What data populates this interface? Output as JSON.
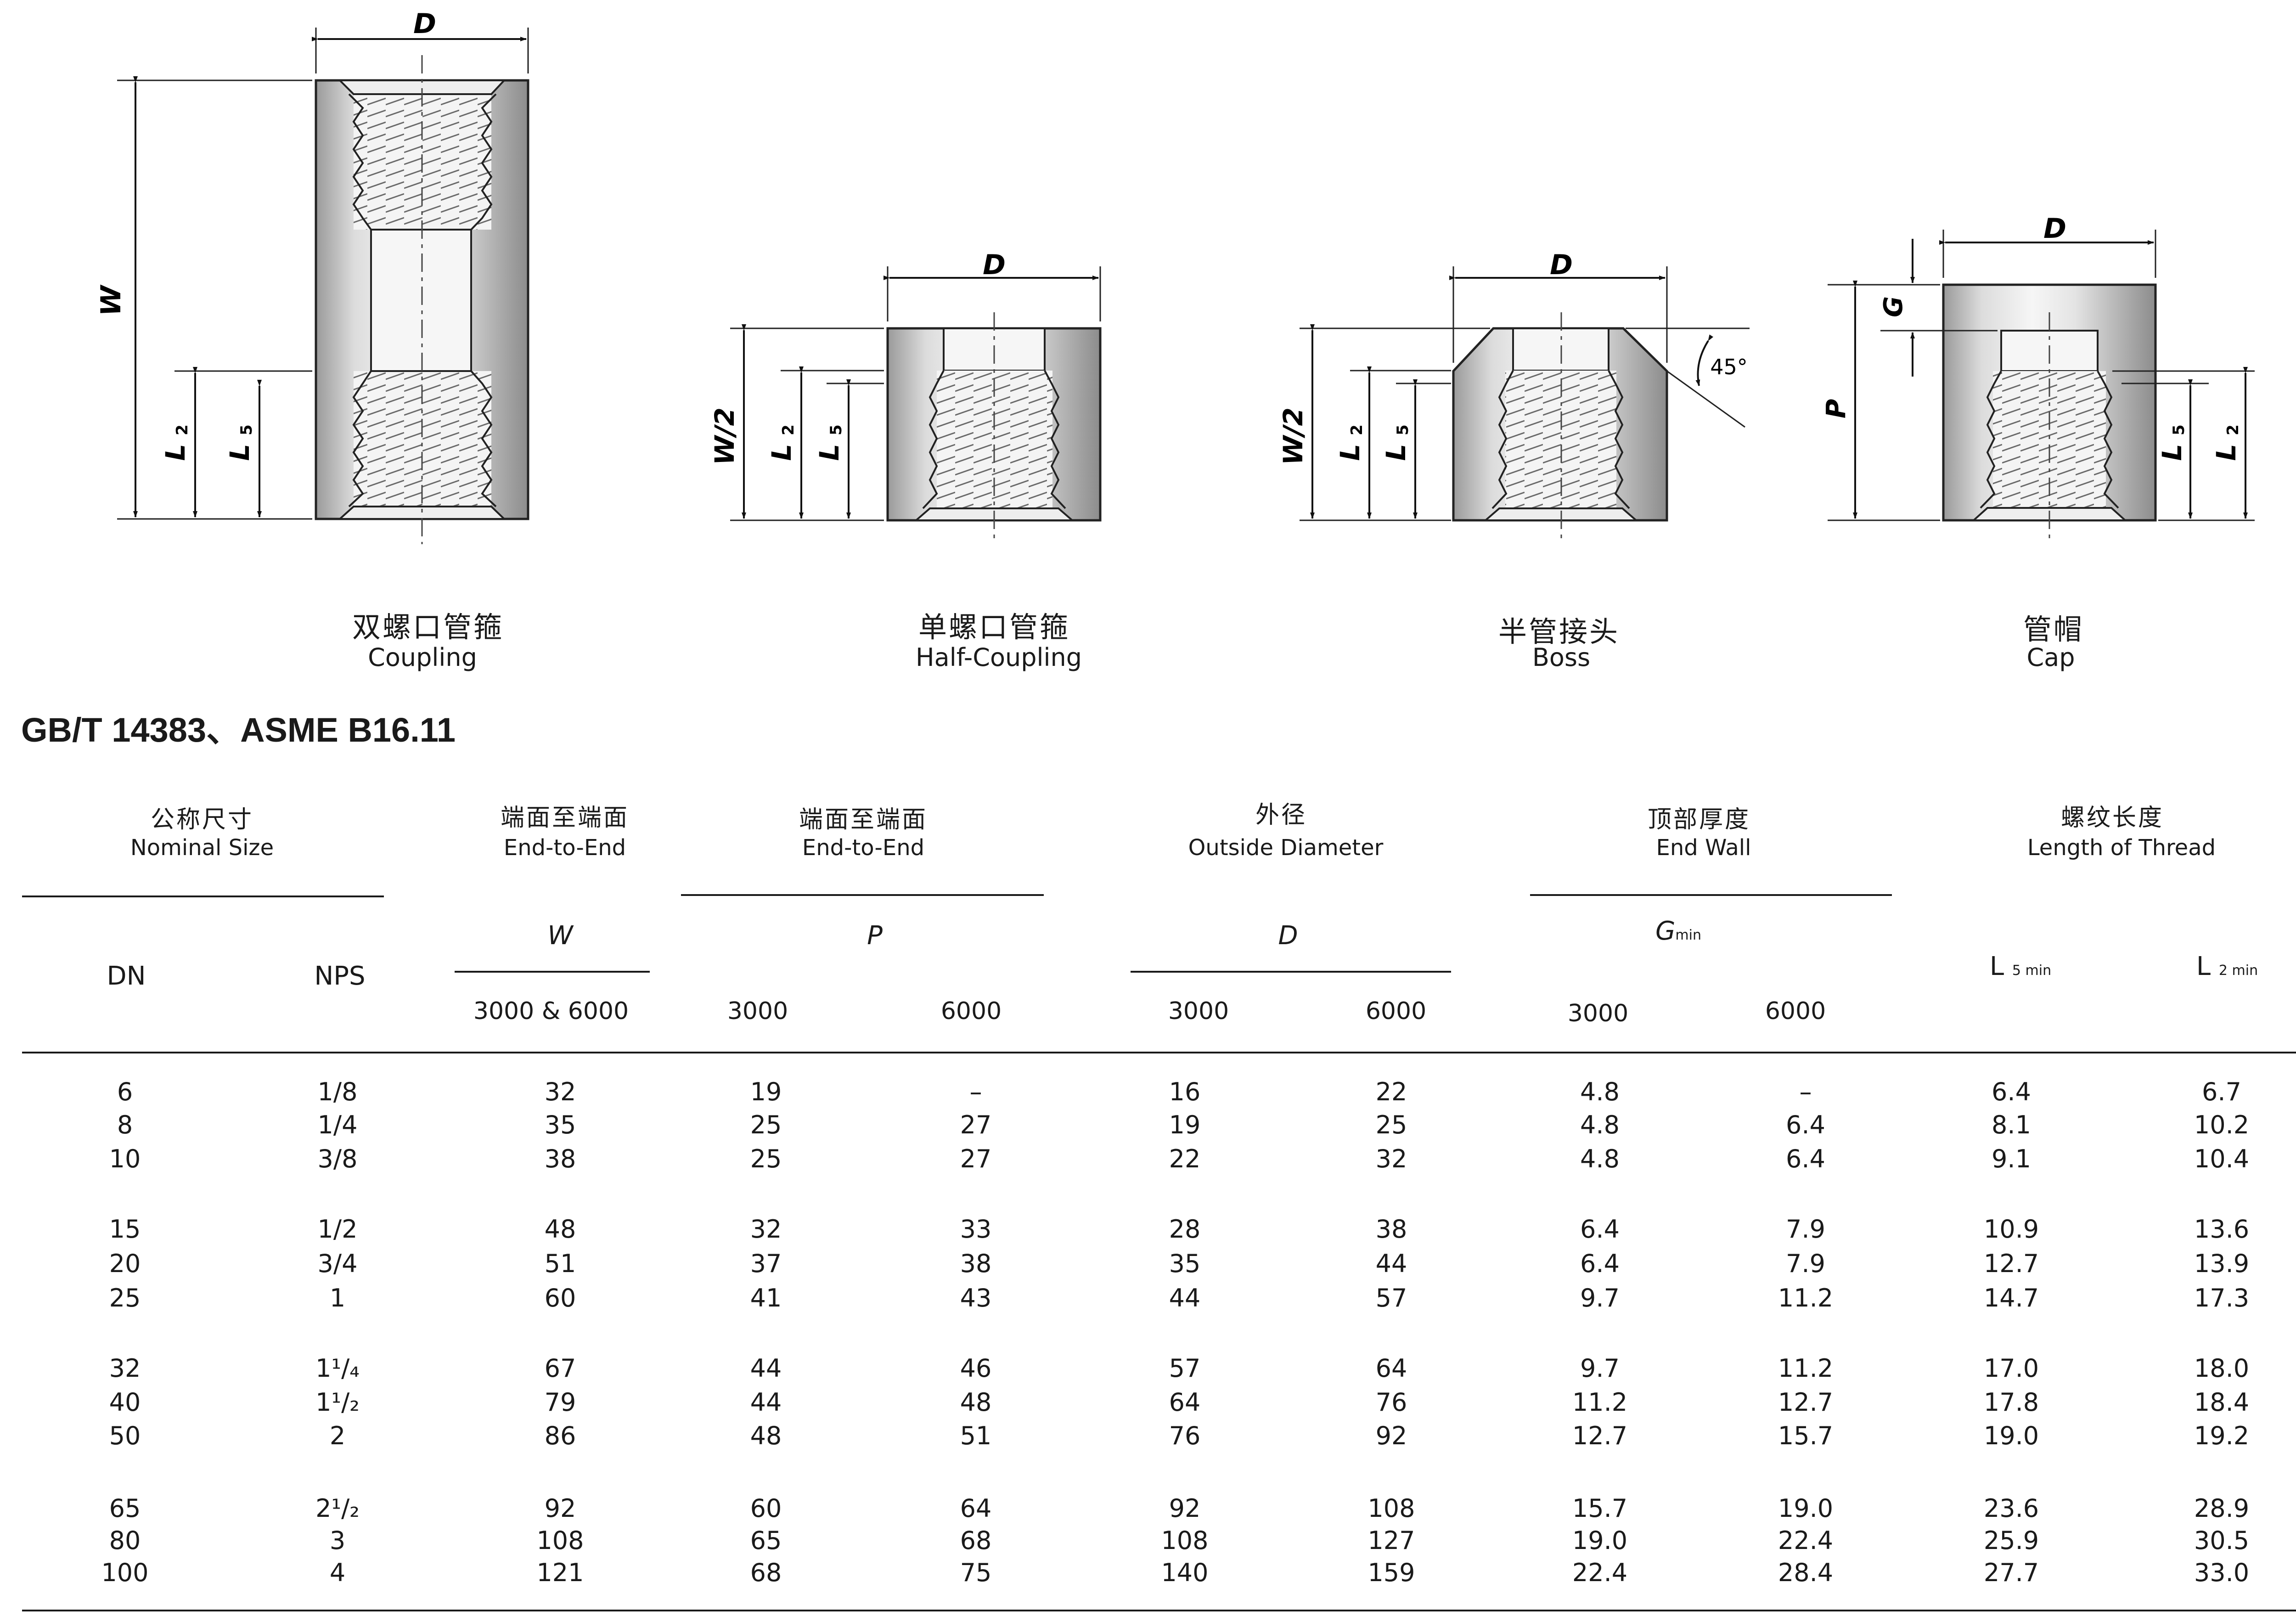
{
  "figures": [
    {
      "name_cn": "双螺口管箍",
      "name_en": "Coupling",
      "dims": [
        "D",
        "W",
        "L2",
        "L5"
      ]
    },
    {
      "name_cn": "单螺口管箍",
      "name_en": "Half-Coupling",
      "dims": [
        "D",
        "W/2",
        "L2",
        "L5"
      ]
    },
    {
      "name_cn": "半管接头",
      "name_en": "Boss",
      "dims": [
        "D",
        "W/2",
        "L2",
        "L5"
      ],
      "angle": "45°"
    },
    {
      "name_cn": "管帽",
      "name_en": "Cap",
      "dims": [
        "D",
        "G",
        "P",
        "L5",
        "L2"
      ]
    }
  ],
  "dim_labels": {
    "D": "D",
    "W": "W",
    "W2": "W/2",
    "L": "L",
    "s2": "2",
    "s5": "5",
    "G": "G",
    "P": "P",
    "angle": "45°"
  },
  "standard": "GB/T 14383、ASME  B16.11",
  "table": {
    "headers": {
      "nominal_cn": "公称尺寸",
      "nominal_en": "Nominal  Size",
      "ete1_cn": "端面至端面",
      "ete1_en": "End-to-End",
      "ete2_cn": "端面至端面",
      "ete2_en": "End-to-End",
      "od_cn": "外径",
      "od_en": "Outside Diameter",
      "wall_cn": "顶部厚度",
      "wall_en": "End Wall",
      "thread_cn": "螺纹长度",
      "thread_en": "Length of Thread",
      "dn": "DN",
      "nps": "NPS",
      "w": "W",
      "p": "P",
      "d": "D",
      "g": "G",
      "g_sub": "min",
      "l5": "L",
      "l5_sub": "5 min",
      "l2": "L",
      "l2_sub": "2 min",
      "w_class": "3000 & 6000",
      "p_3000": "3000",
      "p_6000": "6000",
      "d_3000": "3000",
      "d_6000": "6000",
      "g_3000": "3000",
      "g_6000": "6000"
    },
    "rows": [
      {
        "dn": "6",
        "nps": "1/8",
        "w": "32",
        "p3000": "19",
        "p6000": "–",
        "d3000": "16",
        "d6000": "22",
        "g3000": "4.8",
        "g6000": "–",
        "l5": "6.4",
        "l2": "6.7"
      },
      {
        "dn": "8",
        "nps": "1/4",
        "w": "35",
        "p3000": "25",
        "p6000": "27",
        "d3000": "19",
        "d6000": "25",
        "g3000": "4.8",
        "g6000": "6.4",
        "l5": "8.1",
        "l2": "10.2"
      },
      {
        "dn": "10",
        "nps": "3/8",
        "w": "38",
        "p3000": "25",
        "p6000": "27",
        "d3000": "22",
        "d6000": "32",
        "g3000": "4.8",
        "g6000": "6.4",
        "l5": "9.1",
        "l2": "10.4"
      },
      {
        "dn": "15",
        "nps": "1/2",
        "w": "48",
        "p3000": "32",
        "p6000": "33",
        "d3000": "28",
        "d6000": "38",
        "g3000": "6.4",
        "g6000": "7.9",
        "l5": "10.9",
        "l2": "13.6"
      },
      {
        "dn": "20",
        "nps": "3/4",
        "w": "51",
        "p3000": "37",
        "p6000": "38",
        "d3000": "35",
        "d6000": "44",
        "g3000": "6.4",
        "g6000": "7.9",
        "l5": "12.7",
        "l2": "13.9"
      },
      {
        "dn": "25",
        "nps": "1",
        "w": "60",
        "p3000": "41",
        "p6000": "43",
        "d3000": "44",
        "d6000": "57",
        "g3000": "9.7",
        "g6000": "11.2",
        "l5": "14.7",
        "l2": "17.3"
      },
      {
        "dn": "32",
        "nps": "1¹/₄",
        "w": "67",
        "p3000": "44",
        "p6000": "46",
        "d3000": "57",
        "d6000": "64",
        "g3000": "9.7",
        "g6000": "11.2",
        "l5": "17.0",
        "l2": "18.0"
      },
      {
        "dn": "40",
        "nps": "1¹/₂",
        "w": "79",
        "p3000": "44",
        "p6000": "48",
        "d3000": "64",
        "d6000": "76",
        "g3000": "11.2",
        "g6000": "12.7",
        "l5": "17.8",
        "l2": "18.4"
      },
      {
        "dn": "50",
        "nps": "2",
        "w": "86",
        "p3000": "48",
        "p6000": "51",
        "d3000": "76",
        "d6000": "92",
        "g3000": "12.7",
        "g6000": "15.7",
        "l5": "19.0",
        "l2": "19.2"
      },
      {
        "dn": "65",
        "nps": "2¹/₂",
        "w": "92",
        "p3000": "60",
        "p6000": "64",
        "d3000": "92",
        "d6000": "108",
        "g3000": "15.7",
        "g6000": "19.0",
        "l5": "23.6",
        "l2": "28.9"
      },
      {
        "dn": "80",
        "nps": "3",
        "w": "108",
        "p3000": "65",
        "p6000": "68",
        "d3000": "108",
        "d6000": "127",
        "g3000": "19.0",
        "g6000": "22.4",
        "l5": "25.9",
        "l2": "30.5"
      },
      {
        "dn": "100",
        "nps": "4",
        "w": "121",
        "p3000": "68",
        "p6000": "75",
        "d3000": "140",
        "d6000": "159",
        "g3000": "22.4",
        "g6000": "28.4",
        "l5": "27.7",
        "l2": "33.0"
      }
    ]
  }
}
